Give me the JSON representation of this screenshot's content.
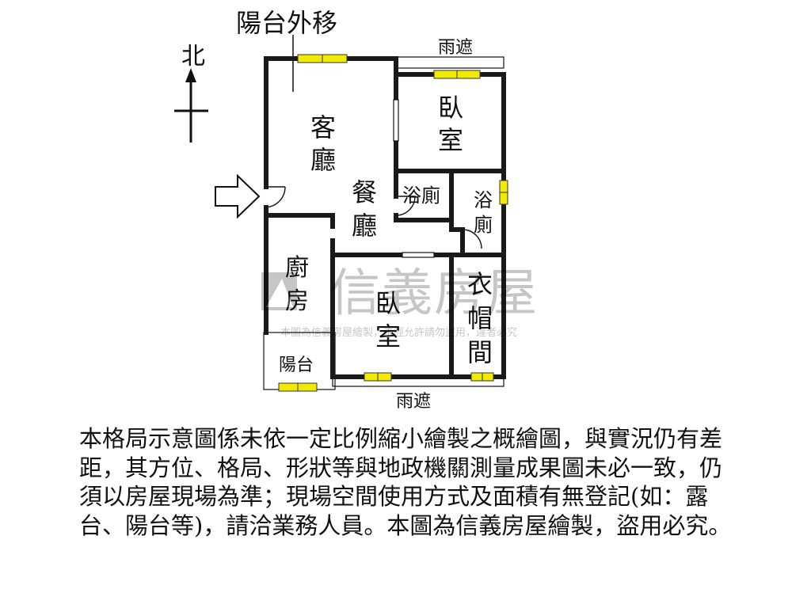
{
  "floor_plan": {
    "top_note": "陽台外移",
    "north": "北",
    "canopy_top": "雨遮",
    "canopy_bottom": "雨遮",
    "rooms": {
      "living": [
        "客",
        "廳"
      ],
      "bedroom_top": [
        "臥",
        "室"
      ],
      "dining": [
        "餐",
        "廳"
      ],
      "bath_left": "浴廁",
      "bath_right": [
        "浴",
        "廁"
      ],
      "kitchen": [
        "廚",
        "房"
      ],
      "bedroom_bottom": [
        "臥",
        "室"
      ],
      "closet": [
        "衣",
        "帽",
        "間"
      ],
      "balcony": "陽台"
    },
    "watermark": {
      "brand": "信義房屋",
      "note": "本圖為信義房屋繪製，未經允許請勿盜用，違者必究"
    },
    "colors": {
      "wall": "#1a1a1a",
      "window": "#f2ea00",
      "watermark": "#000000"
    }
  },
  "disclaimer": "本格局示意圖係未依一定比例縮小繪製之概繪圖，與實況仍有差距，其方位、格局、形狀等與地政機關測量成果圖未必一致，仍須以房屋現場為準；現場空間使用方式及面積有無登記(如：露台、陽台等)，請洽業務人員。本圖為信義房屋繪製，盜用必究。"
}
